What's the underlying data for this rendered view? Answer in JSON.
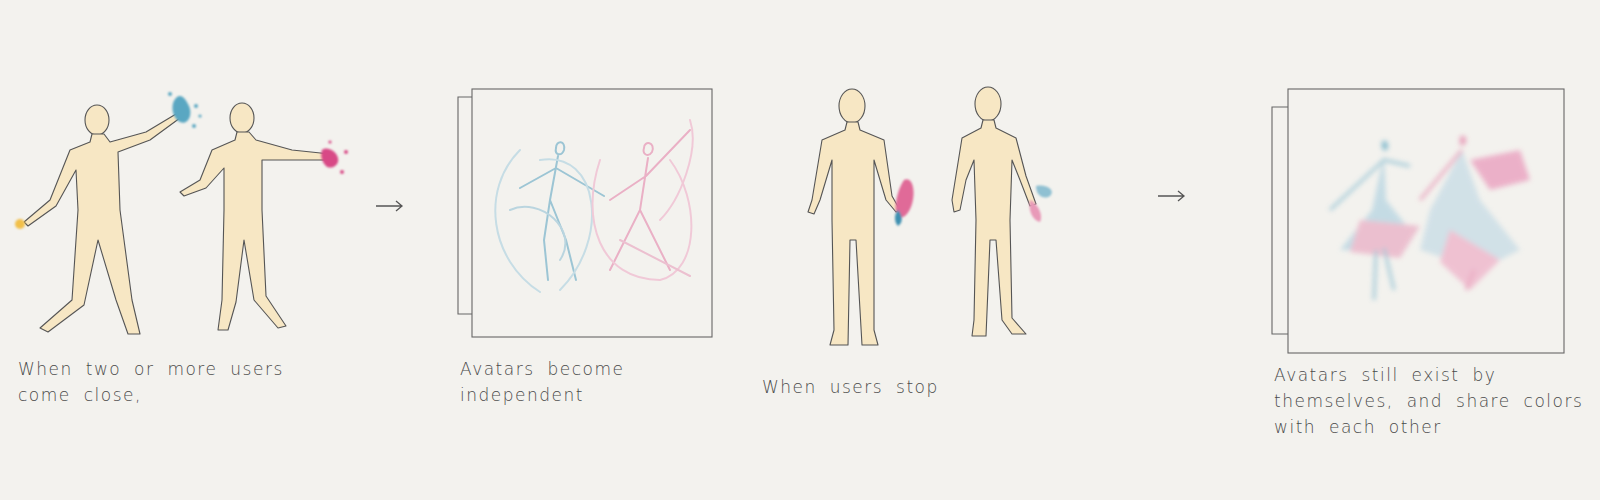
{
  "diagram": {
    "labels": [
      "When two or more users come close,",
      "Avatars become independent",
      "When users stop",
      "Avatars still exist by themselves, and share colors with each other"
    ]
  }
}
